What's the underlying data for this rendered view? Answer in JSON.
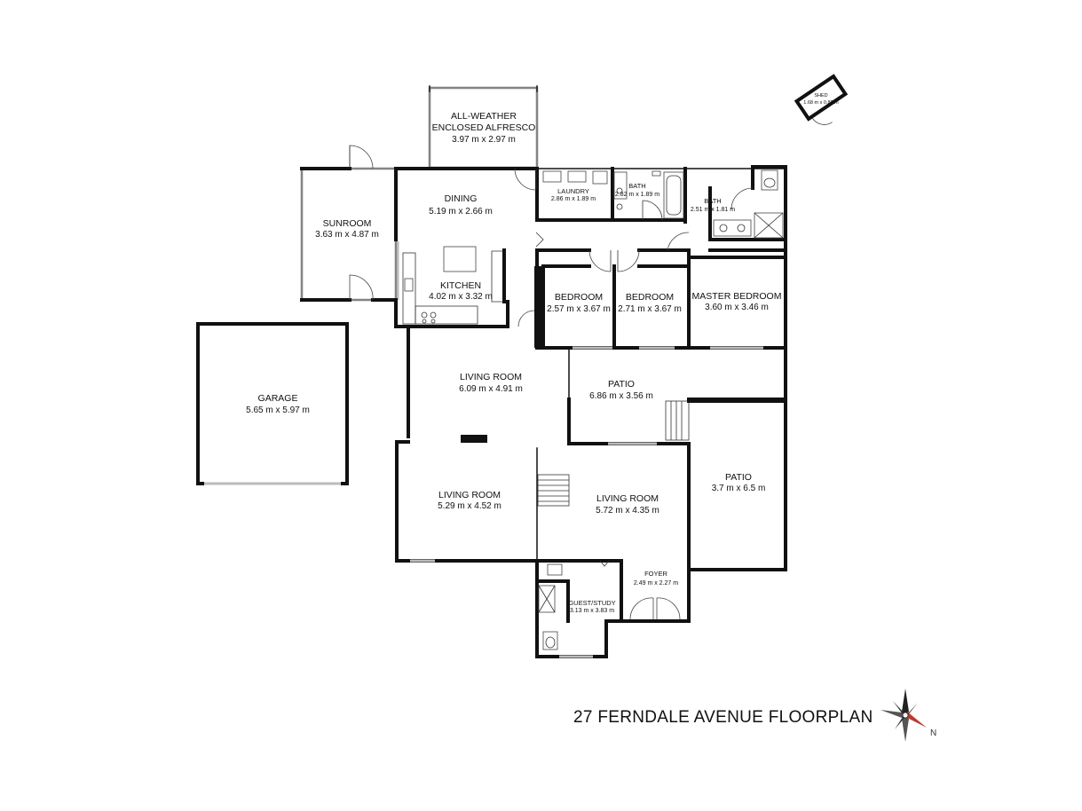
{
  "title": "27 FERNDALE AVENUE FLOORPLAN",
  "compass": {
    "label": "N"
  },
  "rooms": {
    "alfresco": {
      "name_line1": "ALL-WEATHER",
      "name_line2": "ENCLOSED ALFRESCO",
      "dims": "3.97 m x 2.97 m"
    },
    "sunroom": {
      "name": "SUNROOM",
      "dims": "3.63 m x 4.87 m"
    },
    "dining": {
      "name": "DINING",
      "dims": "5.19 m x 2.66 m"
    },
    "kitchen": {
      "name": "KITCHEN",
      "dims": "4.02 m x 3.32 m"
    },
    "laundry": {
      "name": "LAUNDRY",
      "dims": "2.86 m x 1.89 m"
    },
    "bath1": {
      "name": "BATH",
      "dims": "2.82 m x 1.89 m"
    },
    "bath2": {
      "name": "BATH",
      "dims": "2.51 m x 1.81 m"
    },
    "bedroom1": {
      "name": "BEDROOM",
      "dims": "2.57 m x 3.67 m"
    },
    "bedroom2": {
      "name": "BEDROOM",
      "dims": "2.71 m x 3.67 m"
    },
    "master": {
      "name": "MASTER BEDROOM",
      "dims": "3.60 m x 3.46 m"
    },
    "garage": {
      "name": "GARAGE",
      "dims": "5.65 m x 5.97 m"
    },
    "living1": {
      "name": "LIVING ROOM",
      "dims": "6.09 m x 4.91 m"
    },
    "patio1": {
      "name": "PATIO",
      "dims": "6.86 m x 3.56 m"
    },
    "living2": {
      "name": "LIVING ROOM",
      "dims": "5.29 m x 4.52 m"
    },
    "living3": {
      "name": "LIVING ROOM",
      "dims": "5.72 m x 4.35 m"
    },
    "patio2": {
      "name": "PATIO",
      "dims": "3.7 m x 6.5 m"
    },
    "foyer": {
      "name": "FOYER",
      "dims": "2.49 m x 2.27 m"
    },
    "guest": {
      "name": "GUEST/STUDY",
      "dims": "3.13 m x 3.83 m"
    },
    "shed": {
      "name": "SHED",
      "dims": "1.68 m x 0.82 m"
    }
  }
}
